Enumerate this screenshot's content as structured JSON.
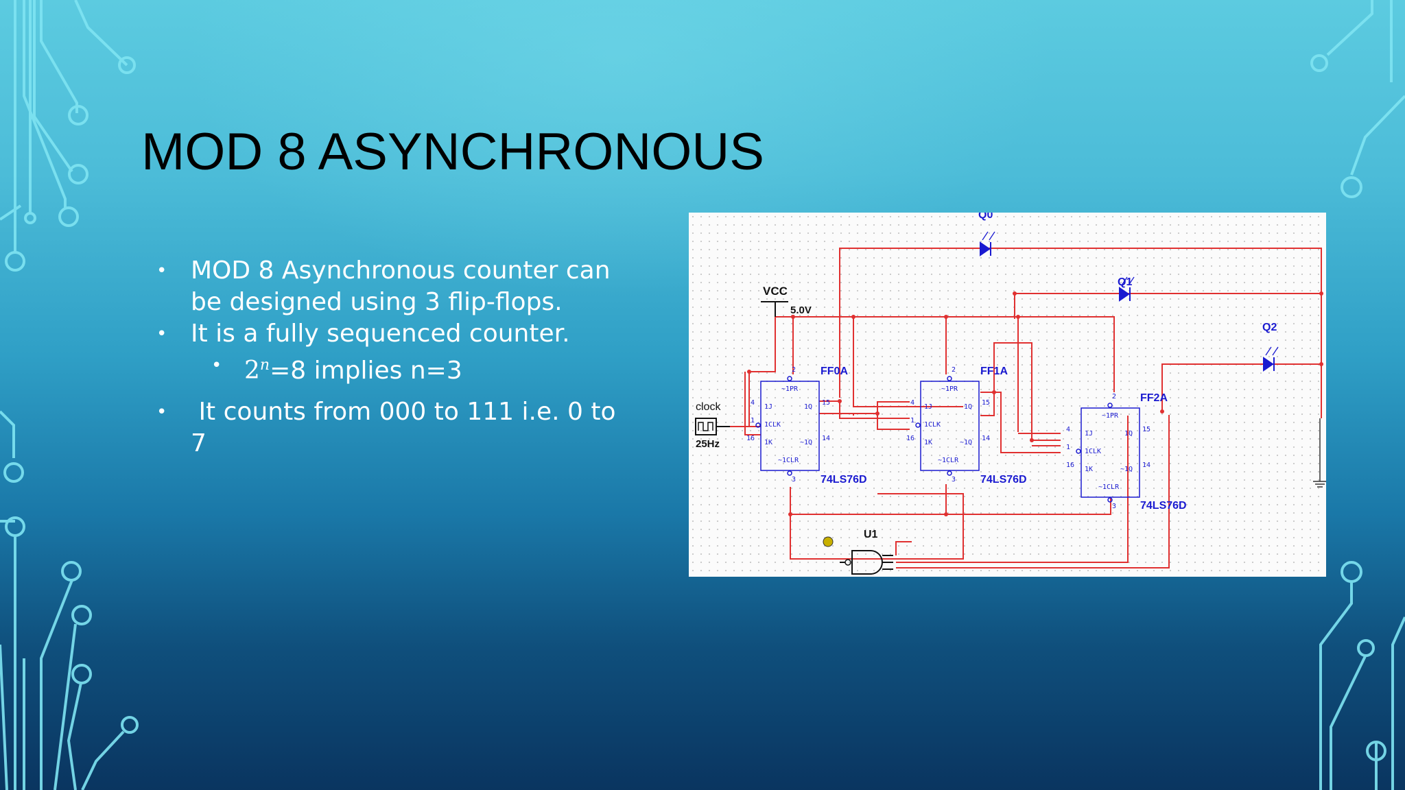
{
  "slide": {
    "title": "MOD 8 ASYNCHRONOUS",
    "bullets": [
      {
        "level": 1,
        "lines": [
          "MOD 8 Asynchronous counter can",
          "be designed using 3 flip-flops."
        ]
      },
      {
        "level": 1,
        "lines": [
          "It is a fully sequenced counter."
        ]
      },
      {
        "level": 2,
        "base": "2",
        "exponent": "n",
        "rest": "=8 implies n=3"
      },
      {
        "level": 1,
        "lines": [
          " It counts from 000 to 111 i.e. 0 to",
          "7"
        ]
      }
    ]
  },
  "circuit": {
    "vcc_label": "VCC",
    "vcc_value": "5.0V",
    "clock_label": "clock",
    "clock_freq": "25Hz",
    "gate_label": "U1",
    "flipflops": [
      {
        "name": "FF0A",
        "part": "74LS76D"
      },
      {
        "name": "FF1A",
        "part": "74LS76D"
      },
      {
        "name": "FF2A",
        "part": "74LS76D"
      }
    ],
    "leds": [
      "Q0",
      "Q1",
      "Q2"
    ],
    "pins": {
      "pr": "~1PR",
      "j": "1J",
      "clk": "1CLK",
      "k": "1K",
      "q": "1Q",
      "qbar": "~1Q",
      "clr": "~1CLR",
      "pin_2": "2",
      "pin_4": "4",
      "pin_1": "1",
      "pin_16": "16",
      "pin_15": "15",
      "pin_14": "14",
      "pin_3": "3"
    },
    "colors": {
      "wire": "#e03030",
      "component": "#1a1ad0",
      "text": "#111111"
    }
  },
  "theme": {
    "accent": "#7fe4f2"
  }
}
